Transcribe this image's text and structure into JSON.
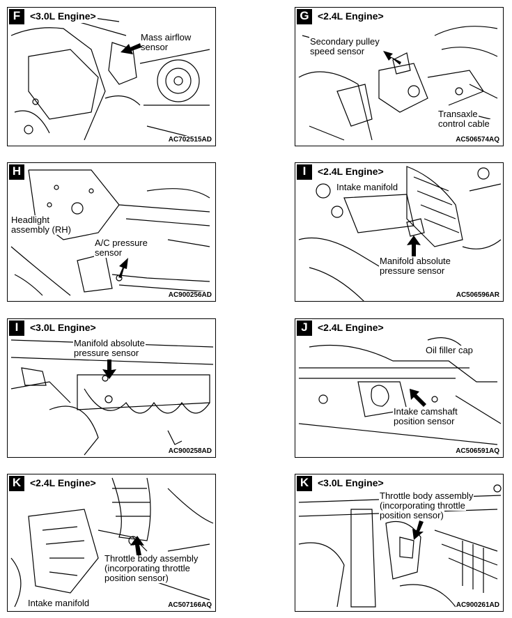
{
  "panels": [
    {
      "letter": "F",
      "engine": "<3.0L Engine>",
      "labels": [
        "Mass airflow",
        "sensor"
      ],
      "code": "AC702515AD"
    },
    {
      "letter": "G",
      "engine": "<2.4L Engine>",
      "labels": [
        "Secondary pulley",
        "speed sensor",
        "Transaxle",
        "control cable"
      ],
      "code": "AC506574AQ"
    },
    {
      "letter": "H",
      "engine": "",
      "labels": [
        "Headlight",
        "assembly (RH)",
        "A/C pressure",
        "sensor"
      ],
      "code": "AC900256AD"
    },
    {
      "letter": "I",
      "engine": "<2.4L Engine>",
      "labels": [
        "Intake manifold",
        "Manifold absolute",
        "pressure sensor"
      ],
      "code": "AC506596AR"
    },
    {
      "letter": "I",
      "engine": "<3.0L Engine>",
      "labels": [
        "Manifold absolute",
        "pressure sensor"
      ],
      "code": "AC900258AD"
    },
    {
      "letter": "J",
      "engine": "<2.4L Engine>",
      "labels": [
        "Oil filler cap",
        "Intake camshaft",
        "position sensor"
      ],
      "code": "AC506591AQ"
    },
    {
      "letter": "K",
      "engine": "<2.4L Engine>",
      "labels": [
        "Throttle body assembly",
        "(incorporating throttle",
        "position sensor)",
        "Intake manifold"
      ],
      "code": "AC507166AQ"
    },
    {
      "letter": "K",
      "engine": "<3.0L Engine>",
      "labels": [
        "Throttle body assembly",
        "(incorporating throttle",
        "position sensor)"
      ],
      "code": "AC900261AD"
    }
  ]
}
